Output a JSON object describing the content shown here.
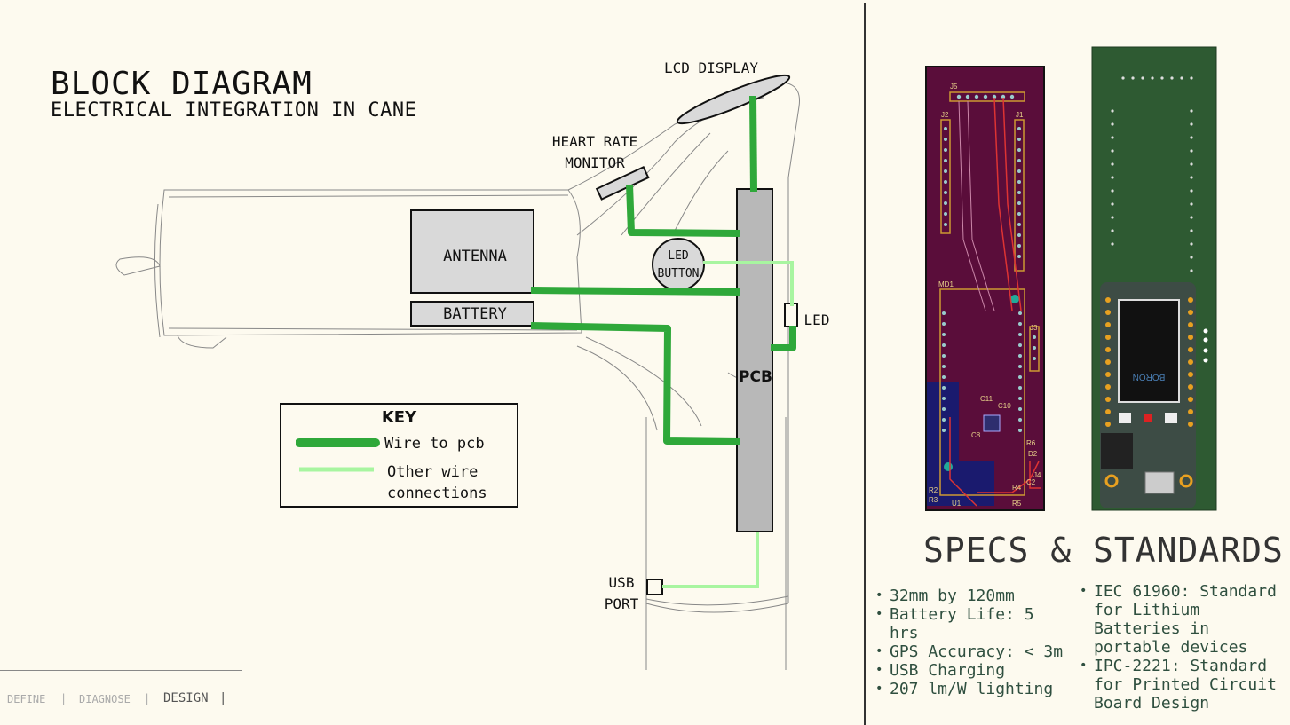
{
  "header": {
    "title": "BLOCK DIAGRAM",
    "subtitle": "ELECTRICAL INTEGRATION IN CANE"
  },
  "diagram": {
    "components": {
      "lcd": "LCD DISPLAY",
      "heart_rate_line1": "HEART RATE",
      "heart_rate_line2": "MONITOR",
      "antenna": "ANTENNA",
      "battery": "BATTERY",
      "led_button_line1": "LED",
      "led_button_line2": "BUTTON",
      "led": "LED",
      "pcb": "PCB",
      "usb_line1": "USB",
      "usb_line2": "PORT"
    },
    "key": {
      "title": "KEY",
      "wire_to_pcb": "Wire to pcb",
      "other_line1": "Other wire",
      "other_line2": "connections"
    },
    "colors": {
      "wire_to_pcb": "#2fa83a",
      "other_wire": "#a8f5a0",
      "component_fill": "#d9d9d9",
      "pcb_fill": "#b8b8b8"
    }
  },
  "specs": {
    "title": "SPECS & STANDARDS",
    "left": [
      "32mm by 120mm",
      "Battery Life: 5 hrs",
      "GPS Accuracy: < 3m",
      "USB Charging",
      "207 lm/W lighting"
    ],
    "right": [
      "IEC 61960: Standard for Lithium Batteries in portable devices",
      "IPC-2221: Standard for Printed Circuit Board Design"
    ]
  },
  "boards": {
    "left_labels": [
      "J5",
      "J2",
      "J1",
      "MD1",
      "J3",
      "C11",
      "C10",
      "C8",
      "R6",
      "D2",
      "C2",
      "J4",
      "R2",
      "R3",
      "R4",
      "R5",
      "U1"
    ],
    "right_label": "BORON",
    "colors": {
      "left_board": "#5a0d3a",
      "left_ground": "#1a1a6e",
      "right_board": "#2e5a32"
    }
  },
  "nav": {
    "define": "DEFINE",
    "diagnose": "DIAGNOSE",
    "design": "DESIGN",
    "sep": "|"
  }
}
